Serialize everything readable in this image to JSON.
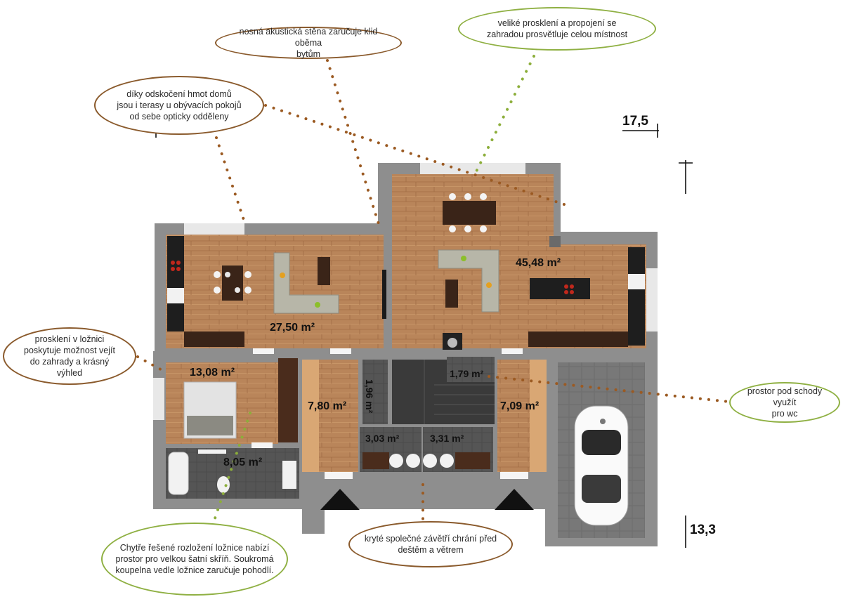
{
  "callouts": {
    "acoustic_wall": "nosná akustická stěna zaručuje klid oběma\nbytům",
    "glazing": "veliké prosklení a propojení se\nzahradou prosvětluje celou místnost",
    "terraces": "díky odskočení hmot domů\njsou i terasy u obývacích pokojů\nod sebe opticky odděleny",
    "bedroom_glazing": "prosklení v ložnici\nposkytuje možnost vejít\ndo zahrady a krásný výhled",
    "under_stairs": "prostor pod schody využít\npro wc",
    "entrance": "kryté společné závětří chrání před\ndeštěm a větrem",
    "bedroom_layout": "Chytře řešené rozložení ložnice nabízí\nprostor pro velkou šatní skříň. Soukromá\nkoupelna vedle ložnice  zaručuje pohodlí."
  },
  "rooms": {
    "living_left": "27,50 m²",
    "living_right": "45,48 m²",
    "bedroom": "13,08 m²",
    "hall_left": "7,80 m²",
    "storage_small": "1,96 m²",
    "wc": "1,79 m²",
    "hall_right": "7,09 m²",
    "bath_small_left": "3,03 m²",
    "bath_small_right": "3,31 m²",
    "bathroom": "8,05 m²"
  },
  "dimensions": {
    "top": "17,5",
    "bottom": "13,3"
  },
  "colors": {
    "floor_wood": "#b9855a",
    "wall_gray": "#8f8f8f",
    "dots_brown": "#9b5a22",
    "dots_green": "#8cae3a"
  }
}
